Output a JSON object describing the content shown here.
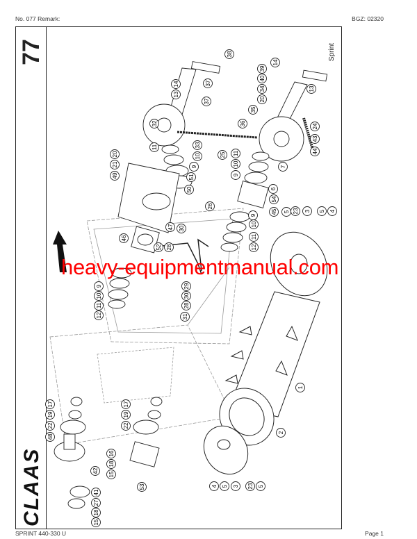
{
  "header": {
    "left": "No. 077   Remark:",
    "right": "BGZ: 02320"
  },
  "footer": {
    "left": "SPRINT 440-330 U",
    "right": "Page 1"
  },
  "section_number": "77",
  "model": "Sprint",
  "logo": "CLAAS",
  "watermark": "heavy-equipmentmanual.com",
  "colors": {
    "watermark": "#ff0000",
    "line": "#222222"
  },
  "callouts": [
    "38",
    "14",
    "13",
    "37",
    "37",
    "39",
    "40",
    "34",
    "20",
    "35",
    "36",
    "14",
    "13",
    "32",
    "24",
    "43",
    "44",
    "11",
    "33",
    "10",
    "9",
    "51",
    "50",
    "20",
    "21",
    "49",
    "25",
    "11",
    "10",
    "9",
    "7",
    "6",
    "54",
    "26",
    "45",
    "9",
    "10",
    "11",
    "12",
    "5",
    "23",
    "3",
    "5",
    "4",
    "47",
    "30",
    "46",
    "52",
    "28",
    "29",
    "30",
    "28",
    "9",
    "10",
    "11",
    "12",
    "31",
    "1",
    "17",
    "19",
    "22",
    "48",
    "17",
    "19",
    "22",
    "16",
    "18",
    "15",
    "42",
    "2",
    "53",
    "4",
    "5",
    "3",
    "23",
    "5",
    "41",
    "27",
    "18",
    "15"
  ]
}
